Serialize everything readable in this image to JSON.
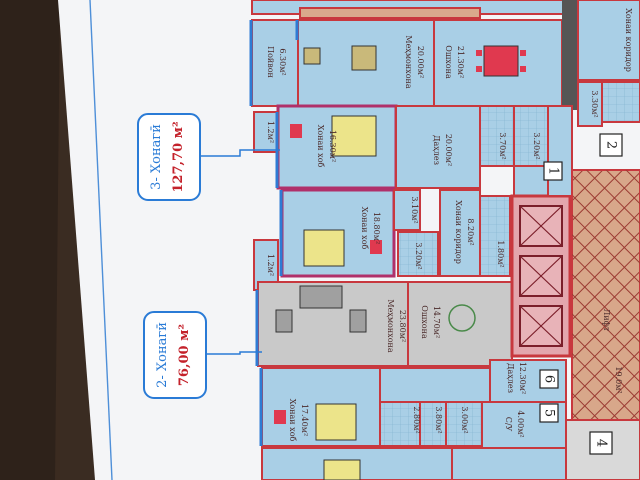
{
  "unit_box_3": {
    "name": "3- Хонагӣ",
    "area": "127,70 м²"
  },
  "unit_box_2": {
    "name": "2- Хонагӣ",
    "area": "76,00 м²"
  },
  "rooms": {
    "balcony_top": "Пойвон",
    "balcony_top_area": "6.30м²",
    "living_top": "Меҳмонхона",
    "living_top_area": "20.00м²",
    "kitchen_top": "Ошхона",
    "kitchen_top_area": "21.30м²",
    "bedroom_1": "Хонаи хоб",
    "bedroom_1_area": "16.30м²",
    "hall_top": "Даҳлез",
    "hall_top_area": "20.00м²",
    "bath_top_a": "3.70м²",
    "bath_top_b": "3.20м²",
    "bedroom_2": "Хонаи хоб",
    "bedroom_2_area": "18.80м²",
    "storage_a": "3.10м²",
    "corridor": "Хонаи коридор",
    "corridor_area": "8.20м²",
    "bath_mid_a": "3.20м²",
    "bath_mid_b": "1.80м²",
    "balcony_mid_a": "1.2м²",
    "balcony_mid_b": "1.2м²",
    "living_2": "Меҳмонхона",
    "living_2_area": "23.80м²",
    "kitchen_2": "Ошхона",
    "kitchen_2_area": "14.70м²",
    "bedroom_3": "Хонаи хоб",
    "bedroom_3_area": "17.40м²",
    "hall_2": "Даҳлез",
    "hall_2_area": "12.30м²",
    "bath_low_a": "2.80м²",
    "bath_low_b": "3.80м²",
    "bath_low_c": "3.00м²",
    "su_label": "С/У",
    "su_area": "4.00м²",
    "right_balcony": "3.30м²",
    "right_corridor": "Хонаи коридор",
    "stair_hall": "Лифт",
    "stair_area": "19.0м²"
  },
  "unit_numbers": [
    "1",
    "2",
    "4",
    "5",
    "6"
  ],
  "colors": {
    "wall": "#c8383e",
    "room_fill": "#a9cfe6",
    "living_fill": "#c9c9c9",
    "stair_fill": "#d9a98c",
    "box_border": "#2a7bd6",
    "box_text": "#c4222b"
  }
}
